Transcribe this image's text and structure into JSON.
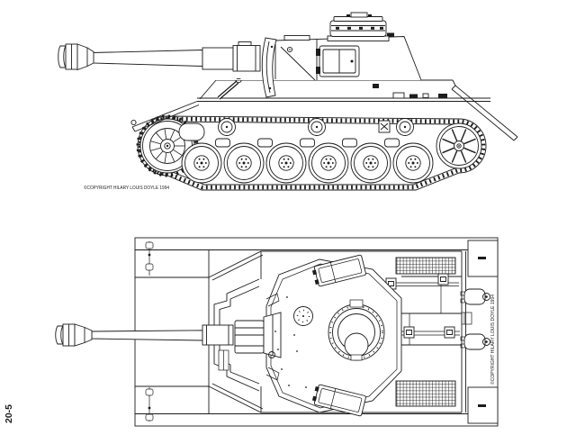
{
  "page": {
    "background_color": "#ffffff",
    "ink_color": "#1c1c1c",
    "page_number": "20-5"
  },
  "side_view": {
    "copyright": "©COPYRIGHT HILARY LOUIS DOYLE 1994"
  },
  "top_view": {
    "copyright": "©COPYRIGHT HILARY LOUIS DOYLE 1994"
  }
}
